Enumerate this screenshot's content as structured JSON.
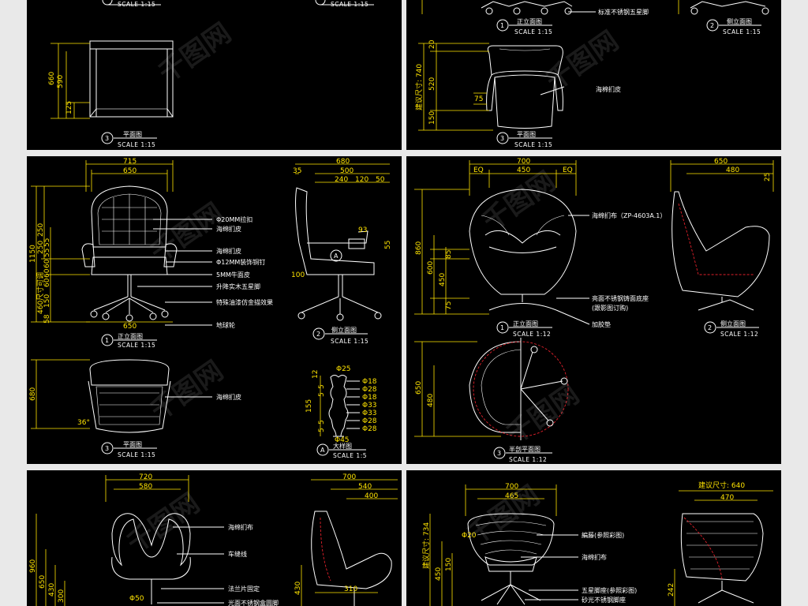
{
  "panel_tl": {
    "caption_top_scale": "SCALE 1:15",
    "caption_top_scale_right": "SCALE 1:15",
    "dims": {
      "h_total": "660",
      "h_mid": "590",
      "h_low": "125"
    },
    "caption_num": "3",
    "caption_title": "平面图",
    "caption_scale": "SCALE 1:15"
  },
  "panel_tr": {
    "cap_left_num": "1",
    "cap_left_title": "正立面图",
    "cap_left_scale": "SCALE 1:15",
    "cap_right_num": "2",
    "cap_right_title": "侧立面图",
    "cap_right_scale": "SCALE 1:15",
    "note_base": "标准不锈钢五星脚",
    "dims": {
      "d20": "20",
      "d520": "520",
      "d75": "75",
      "d150": "150",
      "suggest": "建议尺寸: 740"
    },
    "note_leather": "海棉扪皮",
    "caption_num": "3",
    "caption_title": "平面图",
    "caption_scale": "SCALE 1:15"
  },
  "panel_ml": {
    "dims_top": {
      "d715": "715",
      "d650": "650"
    },
    "dims_right_top": {
      "d680": "680",
      "d35": "35",
      "d500": "500",
      "d240": "240",
      "d120": "120",
      "d50": "50"
    },
    "dims_left": [
      "1150",
      "250",
      "250",
      "55",
      "55",
      "60",
      "60",
      "60",
      "460尺寸可调",
      "150",
      "58"
    ],
    "dims_small": {
      "d93": "93",
      "d55": "55",
      "d100": "100"
    },
    "notes": [
      "Φ20MM拉扣",
      "海绵扪皮",
      "海绵扪皮",
      "Φ12MM装饰铜钉",
      "5MM牛面皮",
      "升降实木五星脚",
      "特殊油漆仿金描效果",
      "地球轮"
    ],
    "bottom_dim": "650",
    "cap1_num": "1",
    "cap1_title": "正立面图",
    "cap1_scale": "SCALE 1:15",
    "cap2_num": "2",
    "cap2_title": "侧立面图",
    "cap2_scale": "SCALE 1:15",
    "plan_dim": "680",
    "plan_angle": "36°",
    "plan_note": "海绵扪皮",
    "cap3_num": "3",
    "cap3_title": "平面图",
    "cap3_scale": "SCALE 1:15",
    "detail_top": "Φ25",
    "detail_dims": [
      "Φ18",
      "Φ28",
      "Φ18",
      "Φ33",
      "Φ33",
      "Φ28",
      "Φ28"
    ],
    "detail_left": [
      "12",
      "5",
      "5",
      "155",
      "5",
      "5"
    ],
    "detail_bottom": "Φ45",
    "capA_letter": "A",
    "capA_title": "大样图",
    "capA_scale": "SCALE 1:5"
  },
  "panel_mr": {
    "dims_top": {
      "d700": "700",
      "eq1": "EQ",
      "d450": "450",
      "eq2": "EQ"
    },
    "dims_right": {
      "d650": "650",
      "d480": "480",
      "d25": "25"
    },
    "dims_left": [
      "860",
      "600",
      "450",
      "85",
      "75"
    ],
    "notes": [
      "海绵扪布（ZP-4603A.1）",
      "亮面不锈钢铸面底座",
      "(跟影图订购)",
      "加胶垫"
    ],
    "cap1_num": "1",
    "cap1_title": "正立面图",
    "cap1_scale": "SCALE 1:12",
    "cap2_num": "2",
    "cap2_title": "侧立面图",
    "cap2_scale": "SCALE 1:12",
    "plan_dims": [
      "650",
      "480"
    ],
    "cap3_num": "3",
    "cap3_title": "半剖平面图",
    "cap3_scale": "SCALE 1:12"
  },
  "panel_bl": {
    "dims_top": {
      "d720": "720",
      "d580": "580"
    },
    "dims_top_r": {
      "d700": "700",
      "d540": "540",
      "d400": "400"
    },
    "dims_left": [
      "960",
      "650",
      "430",
      "300"
    ],
    "notes": [
      "海绵扪布",
      "车缝线",
      "法兰片固定",
      "光面不锈钢盒圆脚"
    ],
    "d310": "310",
    "d430r": "430",
    "d50": "Φ50"
  },
  "panel_br": {
    "dims_top": {
      "d700": "700",
      "d465": "465"
    },
    "suggest_r": "建议尺寸: 640",
    "dims_r": {
      "d470": "470",
      "d242": "242"
    },
    "dims_left": [
      "建议尺寸: 734",
      "450",
      "150"
    ],
    "d20": "Φ20",
    "notes": [
      "編藤(参照彩图)",
      "海绵扪布",
      "五星脚座(参照彩图)",
      "砂光不锈钢脚座"
    ]
  },
  "watermark": "千图网"
}
